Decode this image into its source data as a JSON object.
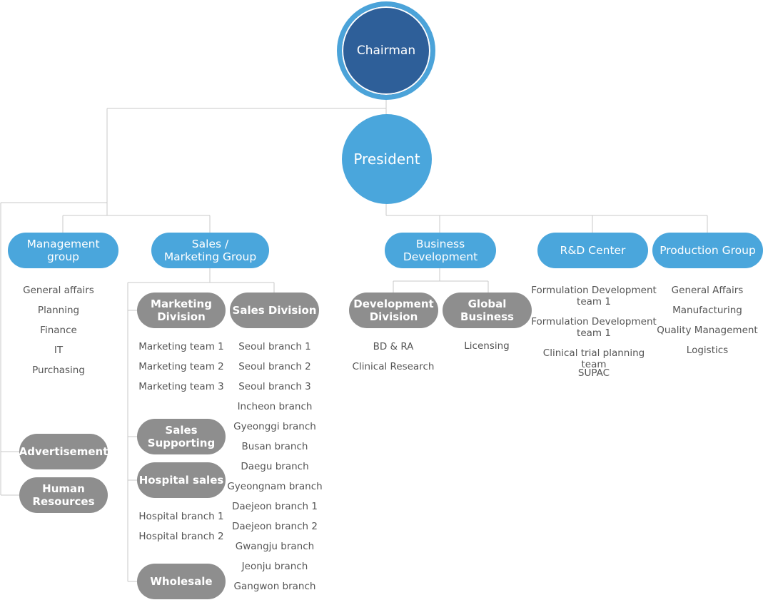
{
  "chairman": "Chairman",
  "president": "President",
  "groups": {
    "management": "Management\ngroup",
    "sales_marketing": "Sales /\nMarketing Group",
    "business_development": "Business\nDevelopment",
    "rd_center": "R&D Center",
    "production": "Production Group"
  },
  "management_items": [
    "General affairs",
    "Planning",
    "Finance",
    "IT",
    "Purchasing"
  ],
  "management_units": {
    "advertisement": "Advertisement",
    "human_resources": "Human\nResources"
  },
  "sales": {
    "marketing_division": "Marketing\nDivision",
    "sales_division": "Sales Division",
    "sales_supporting": "Sales\nSupporting",
    "hospital_sales": "Hospital sales",
    "wholesale": "Wholesale",
    "marketing_teams": [
      "Marketing team 1",
      "Marketing team 2",
      "Marketing team 3"
    ],
    "hospital_branches": [
      "Hospital branch 1",
      "Hospital branch 2"
    ],
    "branches": [
      "Seoul branch 1",
      "Seoul branch 2",
      "Seoul branch 3",
      "Incheon branch",
      "Gyeonggi branch",
      "Busan branch",
      "Daegu branch",
      "Gyeongnam branch",
      "Daejeon branch 1",
      "Daejeon branch 2",
      "Gwangju branch",
      "Jeonju branch",
      "Gangwon branch"
    ]
  },
  "business_development": {
    "development_division": "Development\nDivision",
    "global_business": "Global Business",
    "development_items": [
      "BD & RA",
      "Clinical Research"
    ],
    "global_items": [
      "Licensing"
    ]
  },
  "rd_items": [
    "Formulation Development\nteam 1",
    "Formulation Development\nteam 1",
    "Clinical trial planning team",
    "SUPAC"
  ],
  "production_items": [
    "General Affairs",
    "Manufacturing",
    "Quality Management",
    "Logistics"
  ],
  "colors": {
    "chairman_fill": "#2e5f99",
    "ring": "#4ba3d9",
    "blue_node": "#4aa6dc",
    "gray_node": "#8e8e8e",
    "connector": "#c8c8c8",
    "item_text": "#555555"
  }
}
